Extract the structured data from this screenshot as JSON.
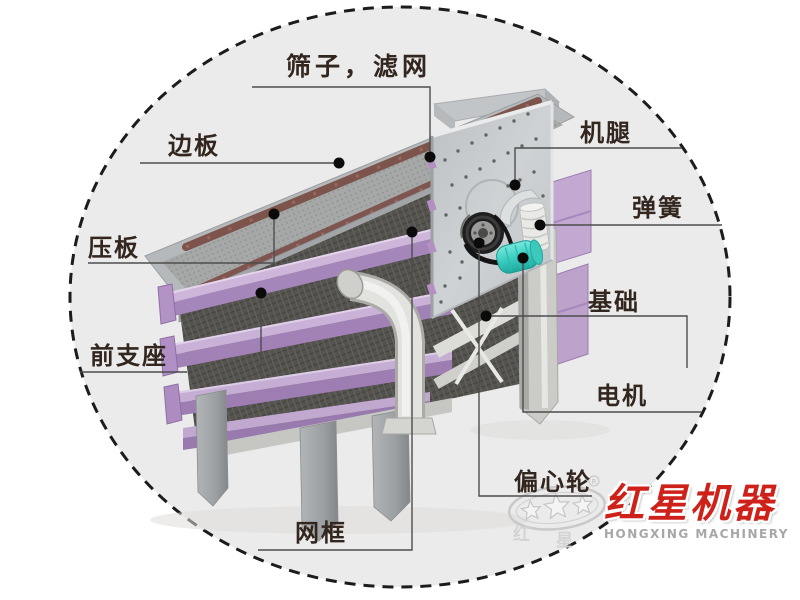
{
  "figure": {
    "kind": "annotated machine structure diagram",
    "machine": "linear vibrating screen (3-deck) on a circular grey backdrop"
  },
  "labels": [
    {
      "id": "sieve-mesh",
      "text": "筛子，滤网"
    },
    {
      "id": "side-plate",
      "text": "边板"
    },
    {
      "id": "pressure-plate",
      "text": "压板"
    },
    {
      "id": "front-support",
      "text": "前支座"
    },
    {
      "id": "mesh-frame",
      "text": "网框"
    },
    {
      "id": "machine-leg",
      "text": "机腿"
    },
    {
      "id": "spring",
      "text": "弹簧"
    },
    {
      "id": "foundation",
      "text": "基础"
    },
    {
      "id": "motor",
      "text": "电机"
    },
    {
      "id": "eccentric-wheel",
      "text": "偏心轮"
    }
  ],
  "logo": {
    "brand_cn": "红星机器",
    "brand_en": "HONGXING MACHINERY",
    "registered_mark": "R",
    "brand_color": "#ce211a"
  },
  "watermark": {
    "char_left": "红",
    "char_right": "星",
    "stars": 3
  },
  "colors": {
    "circle_fill": "#ebebeb",
    "circle_dash": "#1c1c1c",
    "label_text": "#32261e",
    "leader_line": "#4d4d4d",
    "mesh_grey": "#a3a5a4",
    "pressure_strip_brown": "#7d544c",
    "frame_purple": "#b393c6",
    "motor_cyan": "#3fd0c4",
    "metal_grey": "#c8ccce"
  }
}
